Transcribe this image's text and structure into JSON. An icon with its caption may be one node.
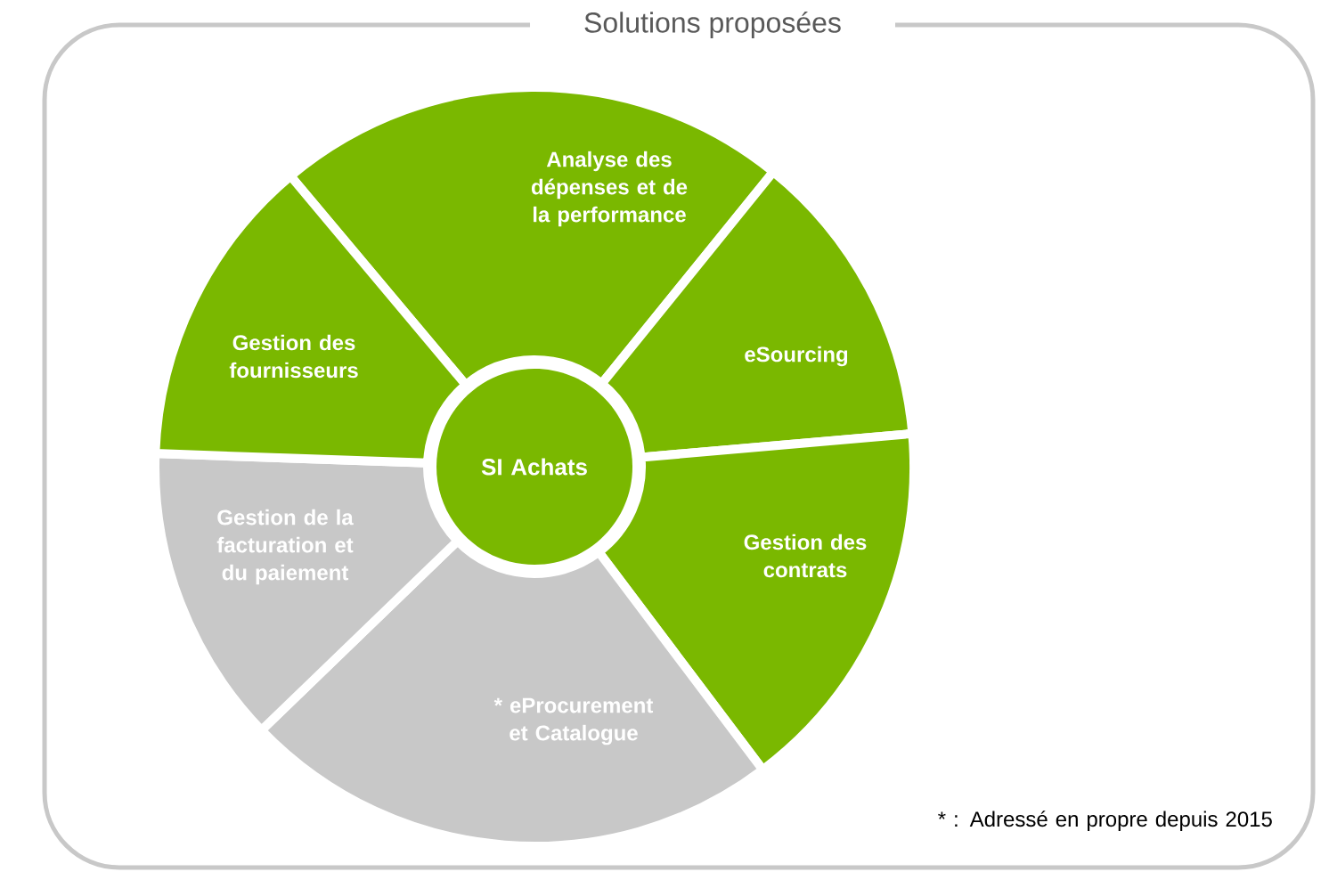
{
  "diagram": {
    "nodes": [
      {
        "text": [
          "Solutions proposées"
        ]
      },
      {
        "text": [
          "Analyse des dépenses et de la performance"
        ],
        "in": 0
      },
      {
        "text": [
          "eSourcing"
        ],
        "in": 0
      },
      {
        "text": [
          "Gestion des contrats"
        ],
        "in": 0
      },
      {
        "text": [
          "* eProcurement et Catalogue"
        ],
        "in": 0
      },
      {
        "text": [
          "Gestion de la facturation et du paiement"
        ],
        "in": 0
      },
      {
        "text": [
          "Gestion des fournisseurs"
        ],
        "in": 0
      },
      {
        "text": [
          "SI Achats"
        ],
        "in": 0
      }
    ],
    "labels": [
      "* : Adressé en propre depuis 2015"
    ]
  }
}
